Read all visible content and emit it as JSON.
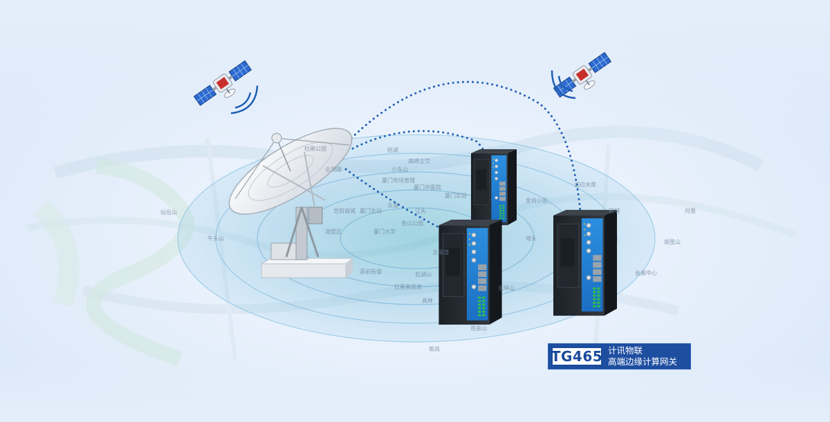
{
  "badge": {
    "model": "TG465",
    "line1": "计讯物联",
    "line2": "高端边缘计算网关"
  },
  "map_labels": [
    "高崎立交",
    "小东山",
    "厦门市场管理",
    "厦门中医院",
    "厦门实验",
    "金尚小区",
    "厦门大学",
    "金山公园",
    "五缘湾",
    "莲前街道",
    "石湖山",
    "红星美凯龙",
    "湖里区",
    "世贸商城",
    "厦门北站",
    "东渡",
    "江头",
    "高林",
    "云顶路",
    "杜鹃公园",
    "枋湖",
    "湖边水库",
    "前埔",
    "塔头",
    "会展中心",
    "胡里山",
    "何厝",
    "东坪山",
    "观音山",
    "坂尚",
    "牛头山",
    "仙岳山"
  ],
  "colors": {
    "badge_background": "#1e4ea0",
    "dotted_link": "#1f5fb3",
    "coverage_rings": "#3a88c8"
  },
  "icons": [
    "satellite-left-icon",
    "satellite-right-icon",
    "satellite-dish-icon",
    "gateway-device-icon"
  ]
}
